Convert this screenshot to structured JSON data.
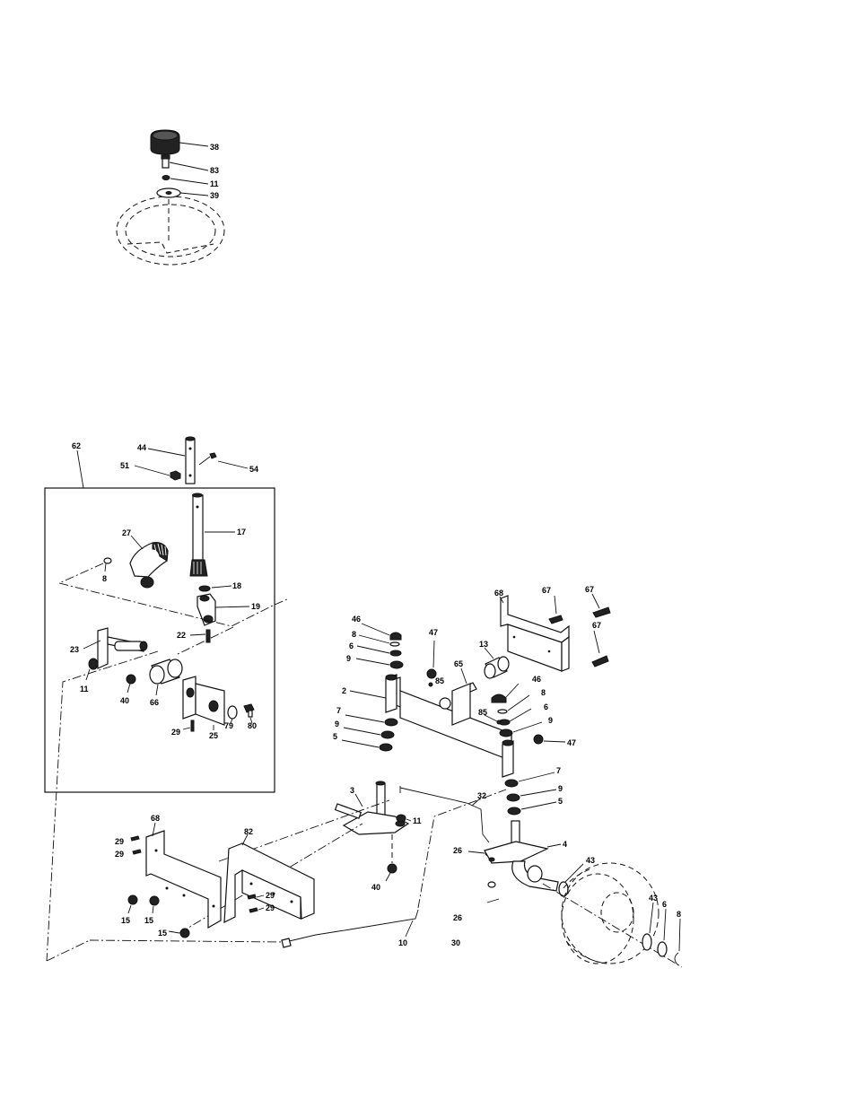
{
  "labels": {
    "steering_wheel": {
      "cap": "38",
      "bolt": "83",
      "lockwasher": "11",
      "washer": "39"
    },
    "column": {
      "kit_ref": "62",
      "shaft_top": "44",
      "nut_top": "51",
      "bolt_top": "54",
      "steering_shaft": "17",
      "sector_gear": "27",
      "washer_18": "18",
      "pinion_bracket": "19",
      "clip_8": "8",
      "bolt_22": "22",
      "support_23": "23",
      "nut_11": "11",
      "nut_40": "40",
      "bushing_66": "66",
      "screw_29": "29",
      "bracket_25": "25",
      "washer_79": "79",
      "bolt_80": "80"
    },
    "axle": {
      "bracket_68": "68",
      "bolt_67a": "67",
      "bolt_67b": "67",
      "bolt_67c": "67",
      "cap_46a": "46",
      "ring_8a": "8",
      "washer_6a": "6",
      "bearing_9a": "9",
      "nut_47a": "47",
      "fitting_85a": "85",
      "spacer_13": "13",
      "pin_65": "65",
      "axle_2": "2",
      "washer_7a": "7",
      "bearing_9b": "9",
      "spacer_5a": "5",
      "cap_46b": "46",
      "ring_8b": "8",
      "fitting_85b": "85",
      "washer_6b": "6",
      "bearing_9c": "9",
      "nut_47b": "47",
      "washer_7b": "7",
      "bearing_9d": "9",
      "spacer_5b": "5",
      "spindle_3": "3",
      "nut_11b": "11",
      "tie_rod_32": "32",
      "nut_40b": "40",
      "washer_26a": "26",
      "spindle_4": "4",
      "washer_43a": "43",
      "washer_43b": "43",
      "washer_6c": "6",
      "ring_8c": "8",
      "washer_26b": "26",
      "pin_30": "30",
      "drag_link_10": "10"
    },
    "frame": {
      "bracket_68": "68",
      "screw_29a": "29",
      "screw_29b": "29",
      "plate_82": "82",
      "screw_29c": "29",
      "screw_29d": "29",
      "nut_15a": "15",
      "nut_15b": "15",
      "nut_15c": "15"
    }
  }
}
